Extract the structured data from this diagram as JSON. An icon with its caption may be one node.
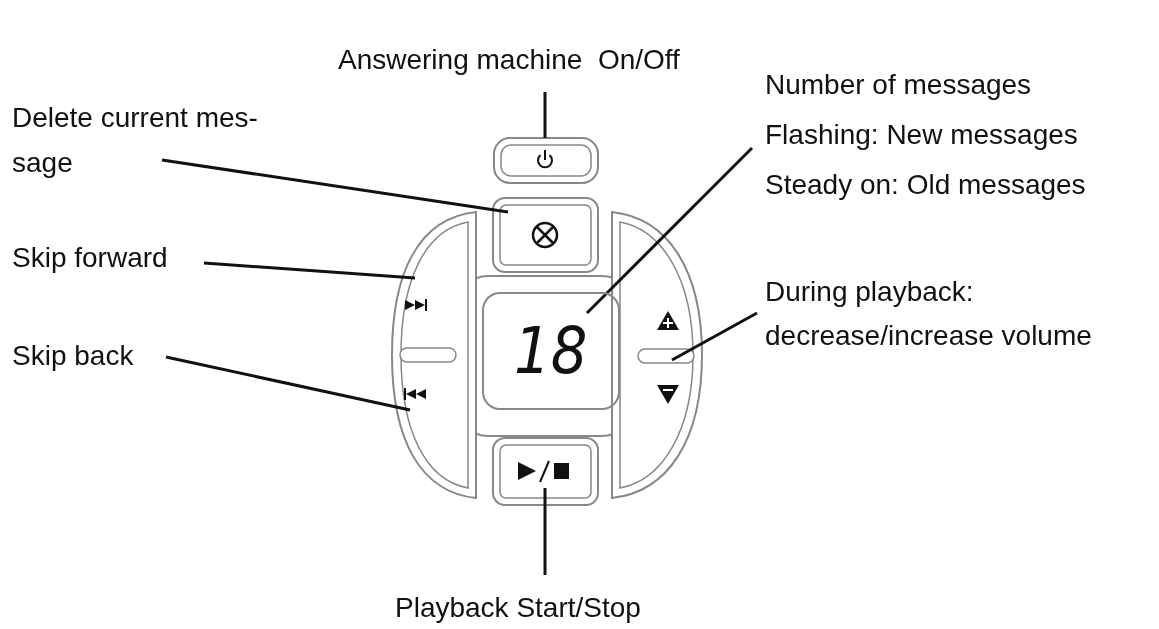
{
  "diagram": {
    "nodes": [
      {
        "text": [
          "Answering machine  On/Off"
        ]
      },
      {
        "text": [
          "Delete current mes- sage"
        ]
      },
      {
        "text": [
          "Number of messages",
          "Flashing: New messages",
          "Steady on: Old messages"
        ]
      },
      {
        "text": [
          "Skip forward"
        ]
      },
      {
        "text": [
          "During playback: decrease/increase volume"
        ]
      },
      {
        "text": [
          "Skip back"
        ]
      },
      {
        "text": [
          "Playback Start/Stop"
        ]
      },
      {
        "text": [],
        "shape": "box"
      },
      {
        "text": [],
        "shape": "box"
      },
      {
        "text": [],
        "shape": "box"
      },
      {
        "text": [
          "18"
        ]
      },
      {
        "text": [],
        "shape": "box"
      },
      {
        "text": [],
        "shape": "box"
      }
    ],
    "edges": [
      {
        "from": 0,
        "to": 7,
        "arrow": "none"
      },
      {
        "from": 1,
        "to": 8,
        "arrow": "none"
      },
      {
        "from": 2,
        "to": 10,
        "arrow": "none"
      },
      {
        "from": 3,
        "to": 9,
        "arrow": "none"
      },
      {
        "from": 4,
        "to": 11,
        "arrow": "none"
      },
      {
        "from": 5,
        "to": 9,
        "arrow": "none"
      },
      {
        "from": 6,
        "to": 12,
        "arrow": "none"
      }
    ]
  }
}
